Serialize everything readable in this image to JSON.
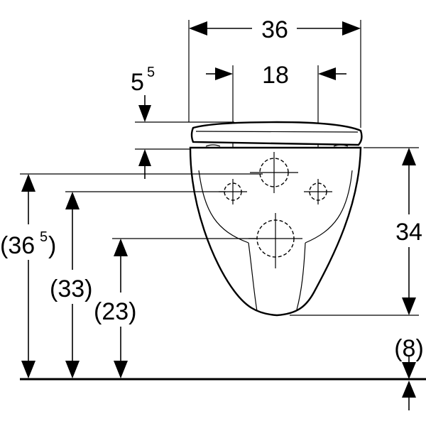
{
  "diagram": {
    "dimensions": {
      "width_total": "36",
      "hole_spacing": "18",
      "seat_offset_main": "5",
      "seat_offset_sup": "5",
      "height_upper_main": "(36",
      "height_upper_sup": "5",
      "height_upper_close": ")",
      "height_fixing": "(33)",
      "height_outlet": "(23)",
      "bowl_height": "34",
      "floor_gap": "(8)"
    },
    "colors": {
      "line": "#000000",
      "background": "#ffffff"
    }
  }
}
